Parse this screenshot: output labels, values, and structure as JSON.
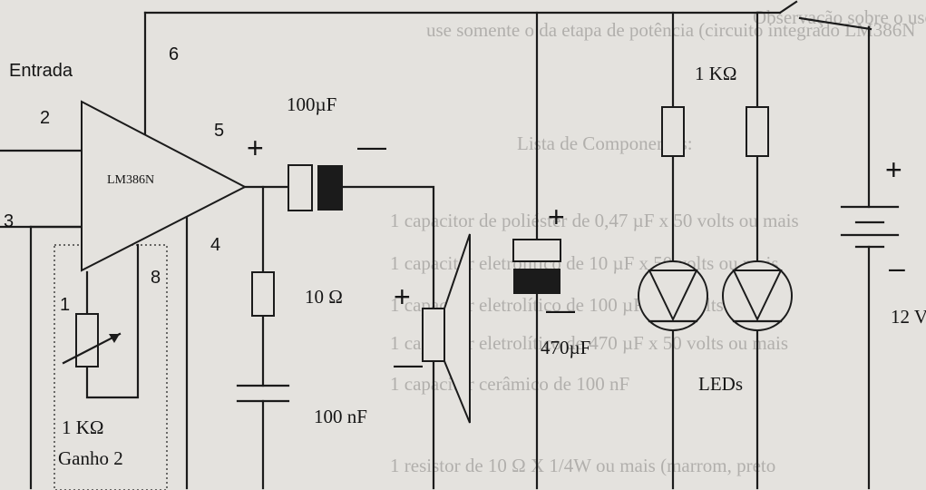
{
  "labels": {
    "input": "Entrada",
    "amp": "LM386N",
    "cap_output": "100µF",
    "resistor_10": "10 Ω",
    "cap_100nF": "100 nF",
    "cap_470": "470µF",
    "resistor_1k_leds": "1 KΩ",
    "leds": "LEDs",
    "battery": "12 V",
    "pot": "1 KΩ",
    "gain": "Ganho 2"
  },
  "pins": {
    "p1": "1",
    "p2": "2",
    "p3": "3",
    "p4": "4",
    "p5": "5",
    "p6": "6",
    "p8": "8"
  },
  "signs": {
    "plus": "+",
    "minus": "—",
    "dash": "–"
  },
  "background_text": [
    "Observação sobre o uso para outras finalidades: Se for usar",
    "use somente o da etapa de potência (circuito integrado LM386N",
    "Lista de Componentes:",
    "1 capacitor de poliéster de 0,47 µF x 50 volts ou mais",
    "1 capacitor eletrolítico de 10 µF x 50 volts ou mais",
    "1 capacitor eletrolítico de 100 µF x 50 volts ou mais",
    "1 capacitor eletrolítico de 470 µF x 50 volts ou mais",
    "1 capacitor cerâmico de 100 nF",
    "1 resistor de 10 Ω X 1/4W ou mais (marrom, preto"
  ]
}
